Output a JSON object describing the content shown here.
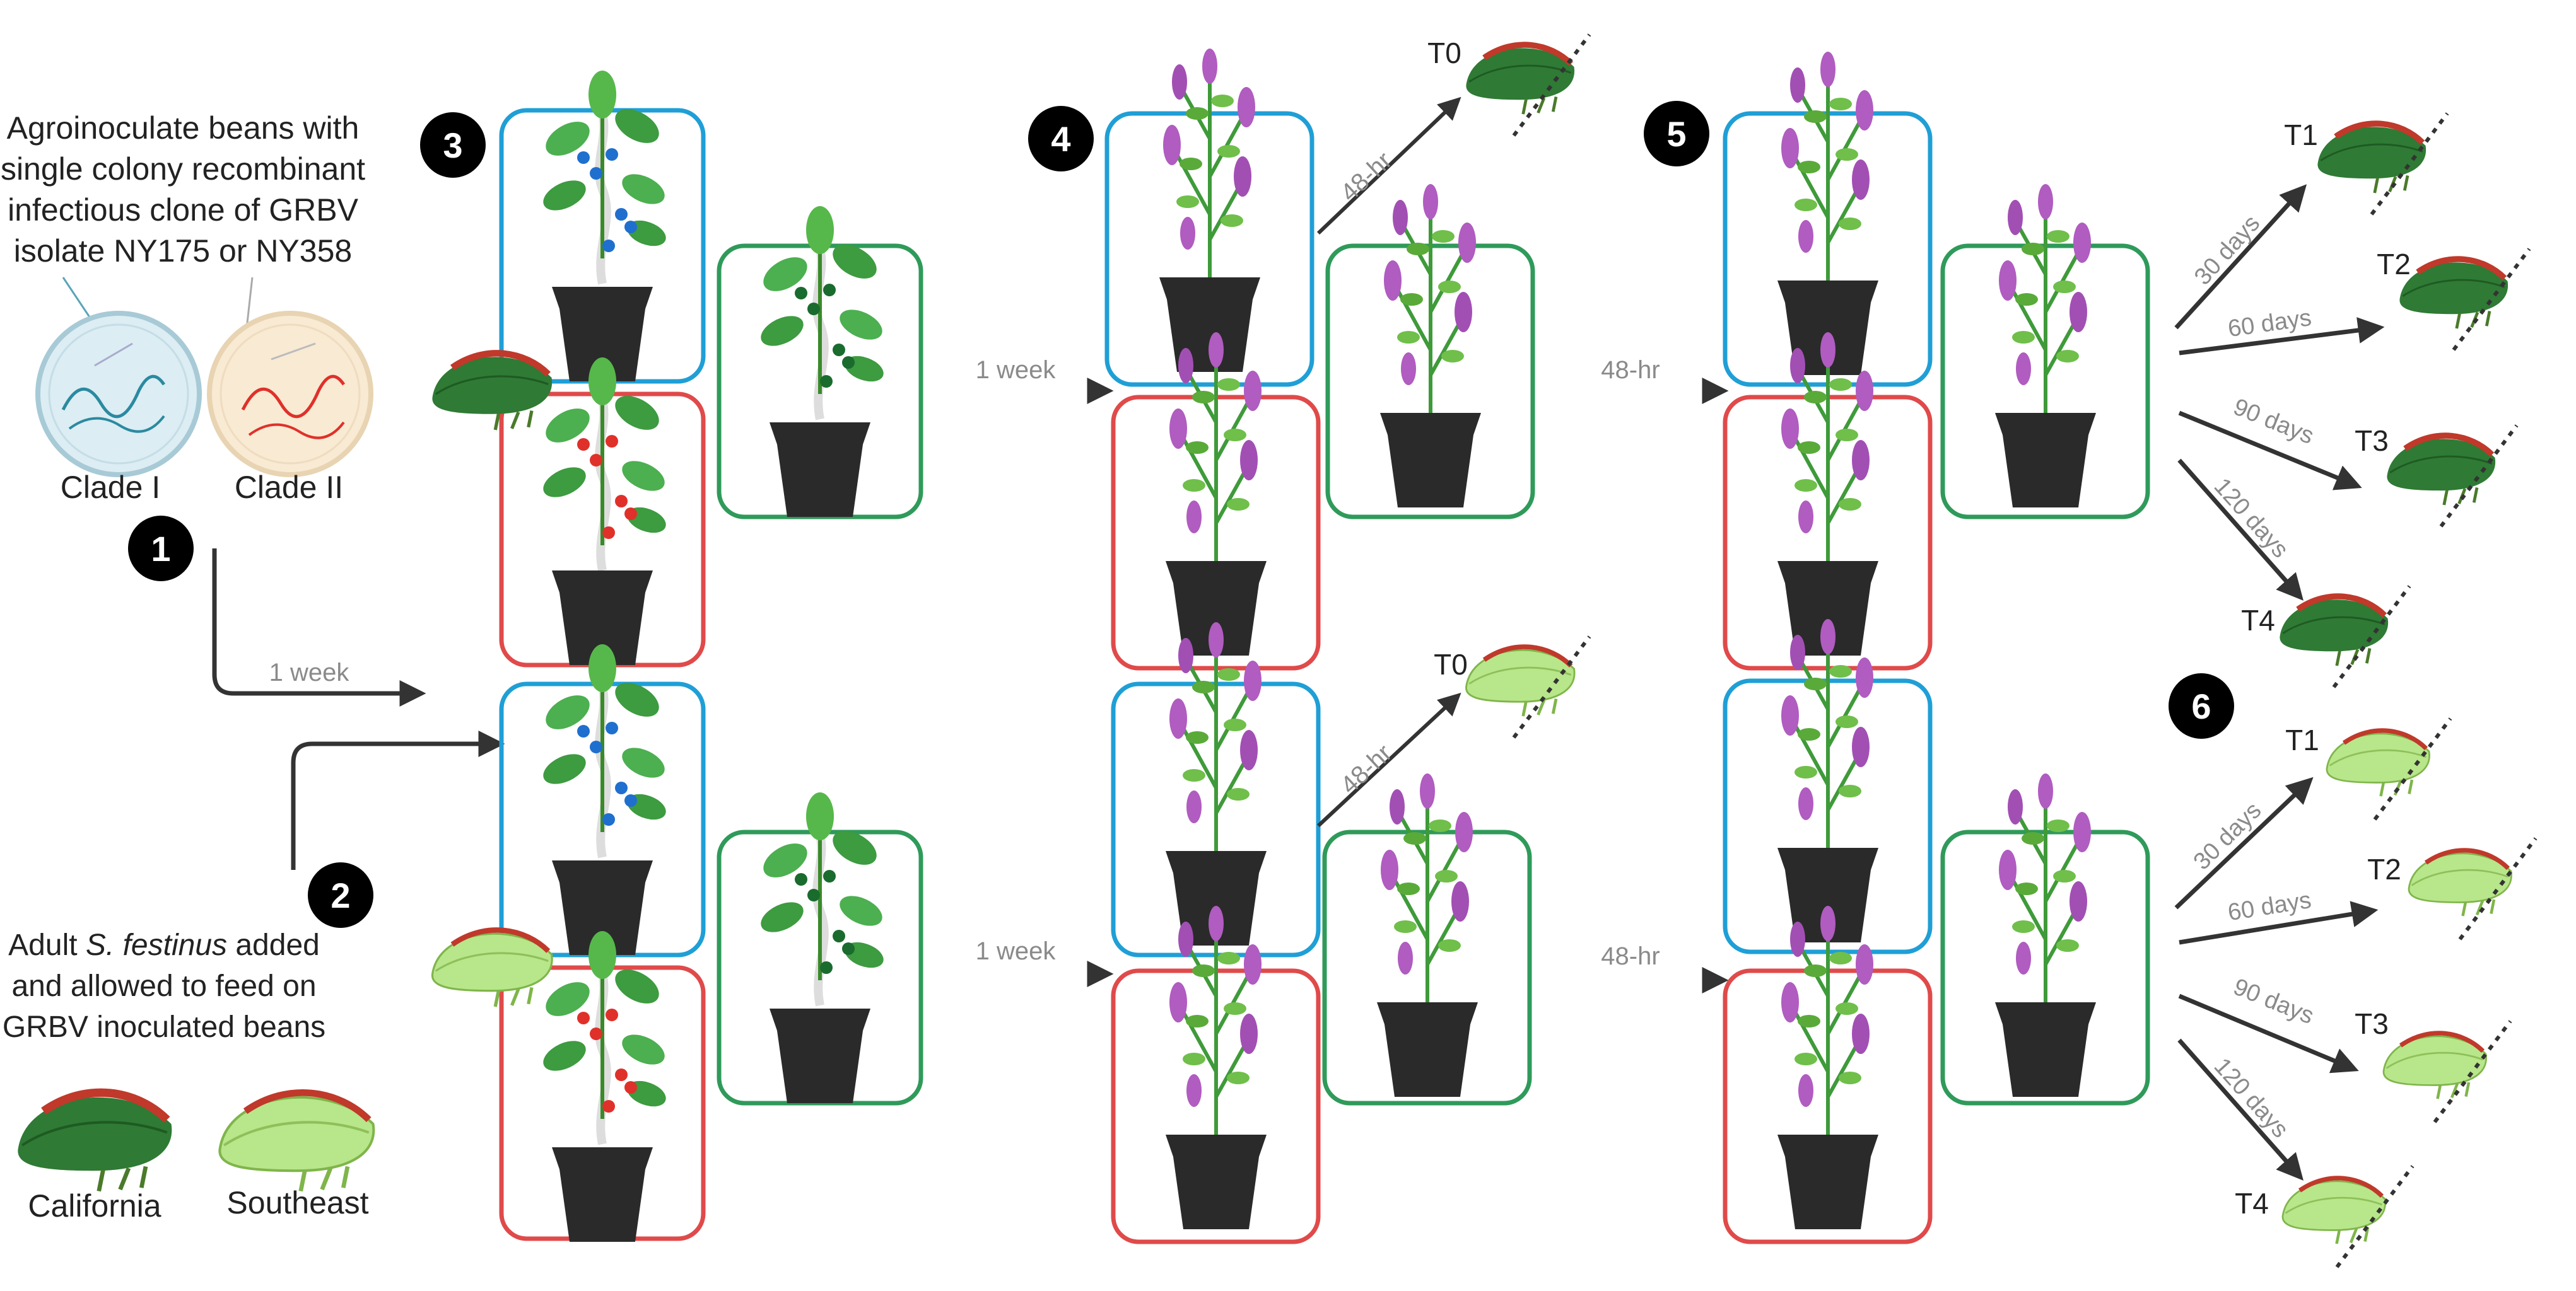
{
  "intro": {
    "text_lines": [
      "Agroinoculate beans with",
      "single colony recombinant",
      "infectious clone of GRBV",
      "isolate NY175 or NY358"
    ],
    "clade_1": "Clade I",
    "clade_2": "Clade II"
  },
  "insect_step": {
    "line1_prefix": "Adult ",
    "line1_species": "S. festinus",
    "line1_suffix": " added",
    "line2": "and allowed to feed on",
    "line3": "GRBV inoculated beans",
    "population_1": "California",
    "population_2": "Southeast"
  },
  "step_numbers": [
    "1",
    "2",
    "3",
    "4",
    "5",
    "6"
  ],
  "timing": {
    "week": "1 week",
    "hr48": "48-hr",
    "d30": "30 days",
    "d60": "60 days",
    "d90": "90 days",
    "d120": "120 days"
  },
  "timepoints": [
    "T0",
    "T1",
    "T2",
    "T3",
    "T4"
  ],
  "colors": {
    "clade_1_box": "#1f9fd6",
    "clade_2_box": "#e04a4a",
    "control_box": "#2f9a5a",
    "dish_1": "#dcedf3",
    "dish_2": "#f8ead3",
    "insect_california": "#2f7a34",
    "insect_southeast": "#b8e68a",
    "stripe": "#c0392b",
    "pot": "#2a2a2a",
    "arrow": "#333333",
    "flower": "#b05cc0"
  },
  "icons": {
    "plate": "petri-dish-icon",
    "insect": "leafhopper-icon",
    "plant": "bean-plant-icon",
    "alfalfa": "alfalfa-plant-icon",
    "cut": "dotted-cut-line-icon"
  }
}
